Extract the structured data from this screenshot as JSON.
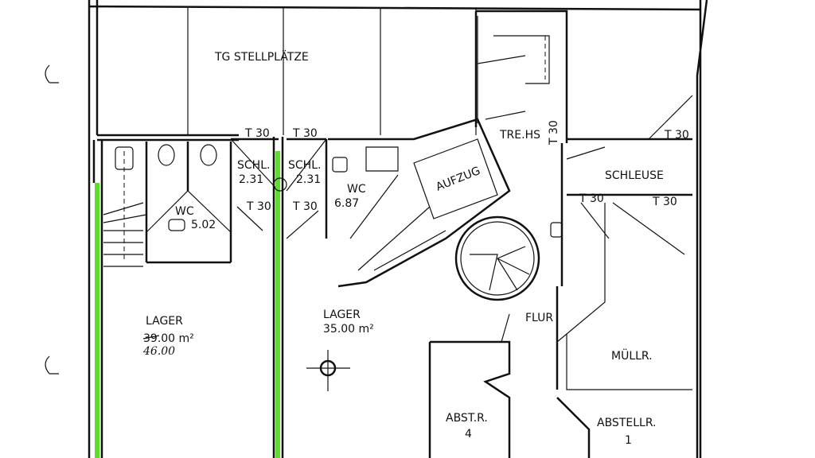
{
  "title": "Floor plan (Grundriss)",
  "rooms": {
    "tg": "TG STELLPLÄTZE",
    "treppenhaus": "TRE.HS",
    "schleuse": "SCHLEUSE",
    "aufzug": "AUFZUG",
    "wc1": {
      "name": "WC",
      "area": "5.02"
    },
    "wc2": {
      "name": "WC",
      "area": "6.87"
    },
    "schl1": {
      "name": "SCHL.",
      "area": "2.31"
    },
    "schl2": {
      "name": "SCHL.",
      "area": "2.31"
    },
    "lager1": {
      "name": "LAGER",
      "area": "39.00 m²",
      "area_corrected": "46.00"
    },
    "lager2": {
      "name": "LAGER",
      "area": "35.00 m²"
    },
    "flur": "FLUR",
    "muell": "MÜLLR.",
    "abst4": {
      "name": "ABST.R.",
      "number": "4"
    },
    "abst1": {
      "name": "ABSTELLR.",
      "number": "1"
    }
  },
  "door_label": "T 30",
  "highlight_color": "#5fdc2c"
}
